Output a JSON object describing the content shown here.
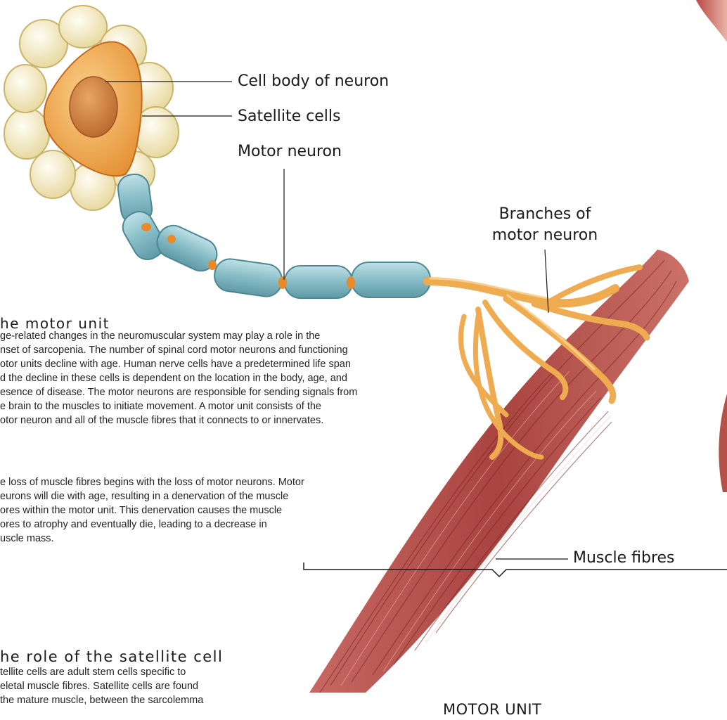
{
  "labels": {
    "cell_body": "Cell body of neuron",
    "satellite_cells": "Satellite cells",
    "motor_neuron": "Motor neuron",
    "branches_line1": "Branches of",
    "branches_line2": "motor neuron",
    "muscle_fibres": "Muscle fibres",
    "motor_unit": "MOTOR UNIT"
  },
  "sections": [
    {
      "heading": "he motor unit",
      "paragraphs": [
        [
          "ge-related changes in the neuromuscular system may play a role in the",
          "nset of sarcopenia. The number of spinal cord motor neurons and functioning",
          "otor units decline with age. Human nerve cells have a predetermined life span",
          "d the decline in these cells is dependent on the location in the body, age, and",
          "esence of disease. The motor neurons are responsible for sending signals from",
          "e brain to the muscles to initiate movement. A motor unit consists of the",
          "otor neuron and all of the muscle fibres that it connects to or innervates."
        ],
        [
          "e loss of muscle fibres begins with the loss of motor neurons. Motor",
          "eurons will die with age, resulting in a denervation of the muscle",
          "ores within the motor unit. This denervation causes the muscle",
          "ores to atrophy and eventually die, leading to a decrease in",
          "uscle mass."
        ]
      ]
    },
    {
      "heading": "he role of the satellite cell",
      "paragraphs": [
        [
          "tellite cells are adult stem cells specific to",
          "eletal muscle fibres. Satellite cells are found",
          "the mature muscle, between the sarcolemma"
        ]
      ]
    }
  ],
  "colors": {
    "satellite_cell": "#f4eac4",
    "cell_body": "#efa850",
    "nucleus": "#c87a3a",
    "axon": "#8fc3cc",
    "node": "#e8892a",
    "branches": "#f2b35a",
    "muscle": "#a83a36"
  }
}
